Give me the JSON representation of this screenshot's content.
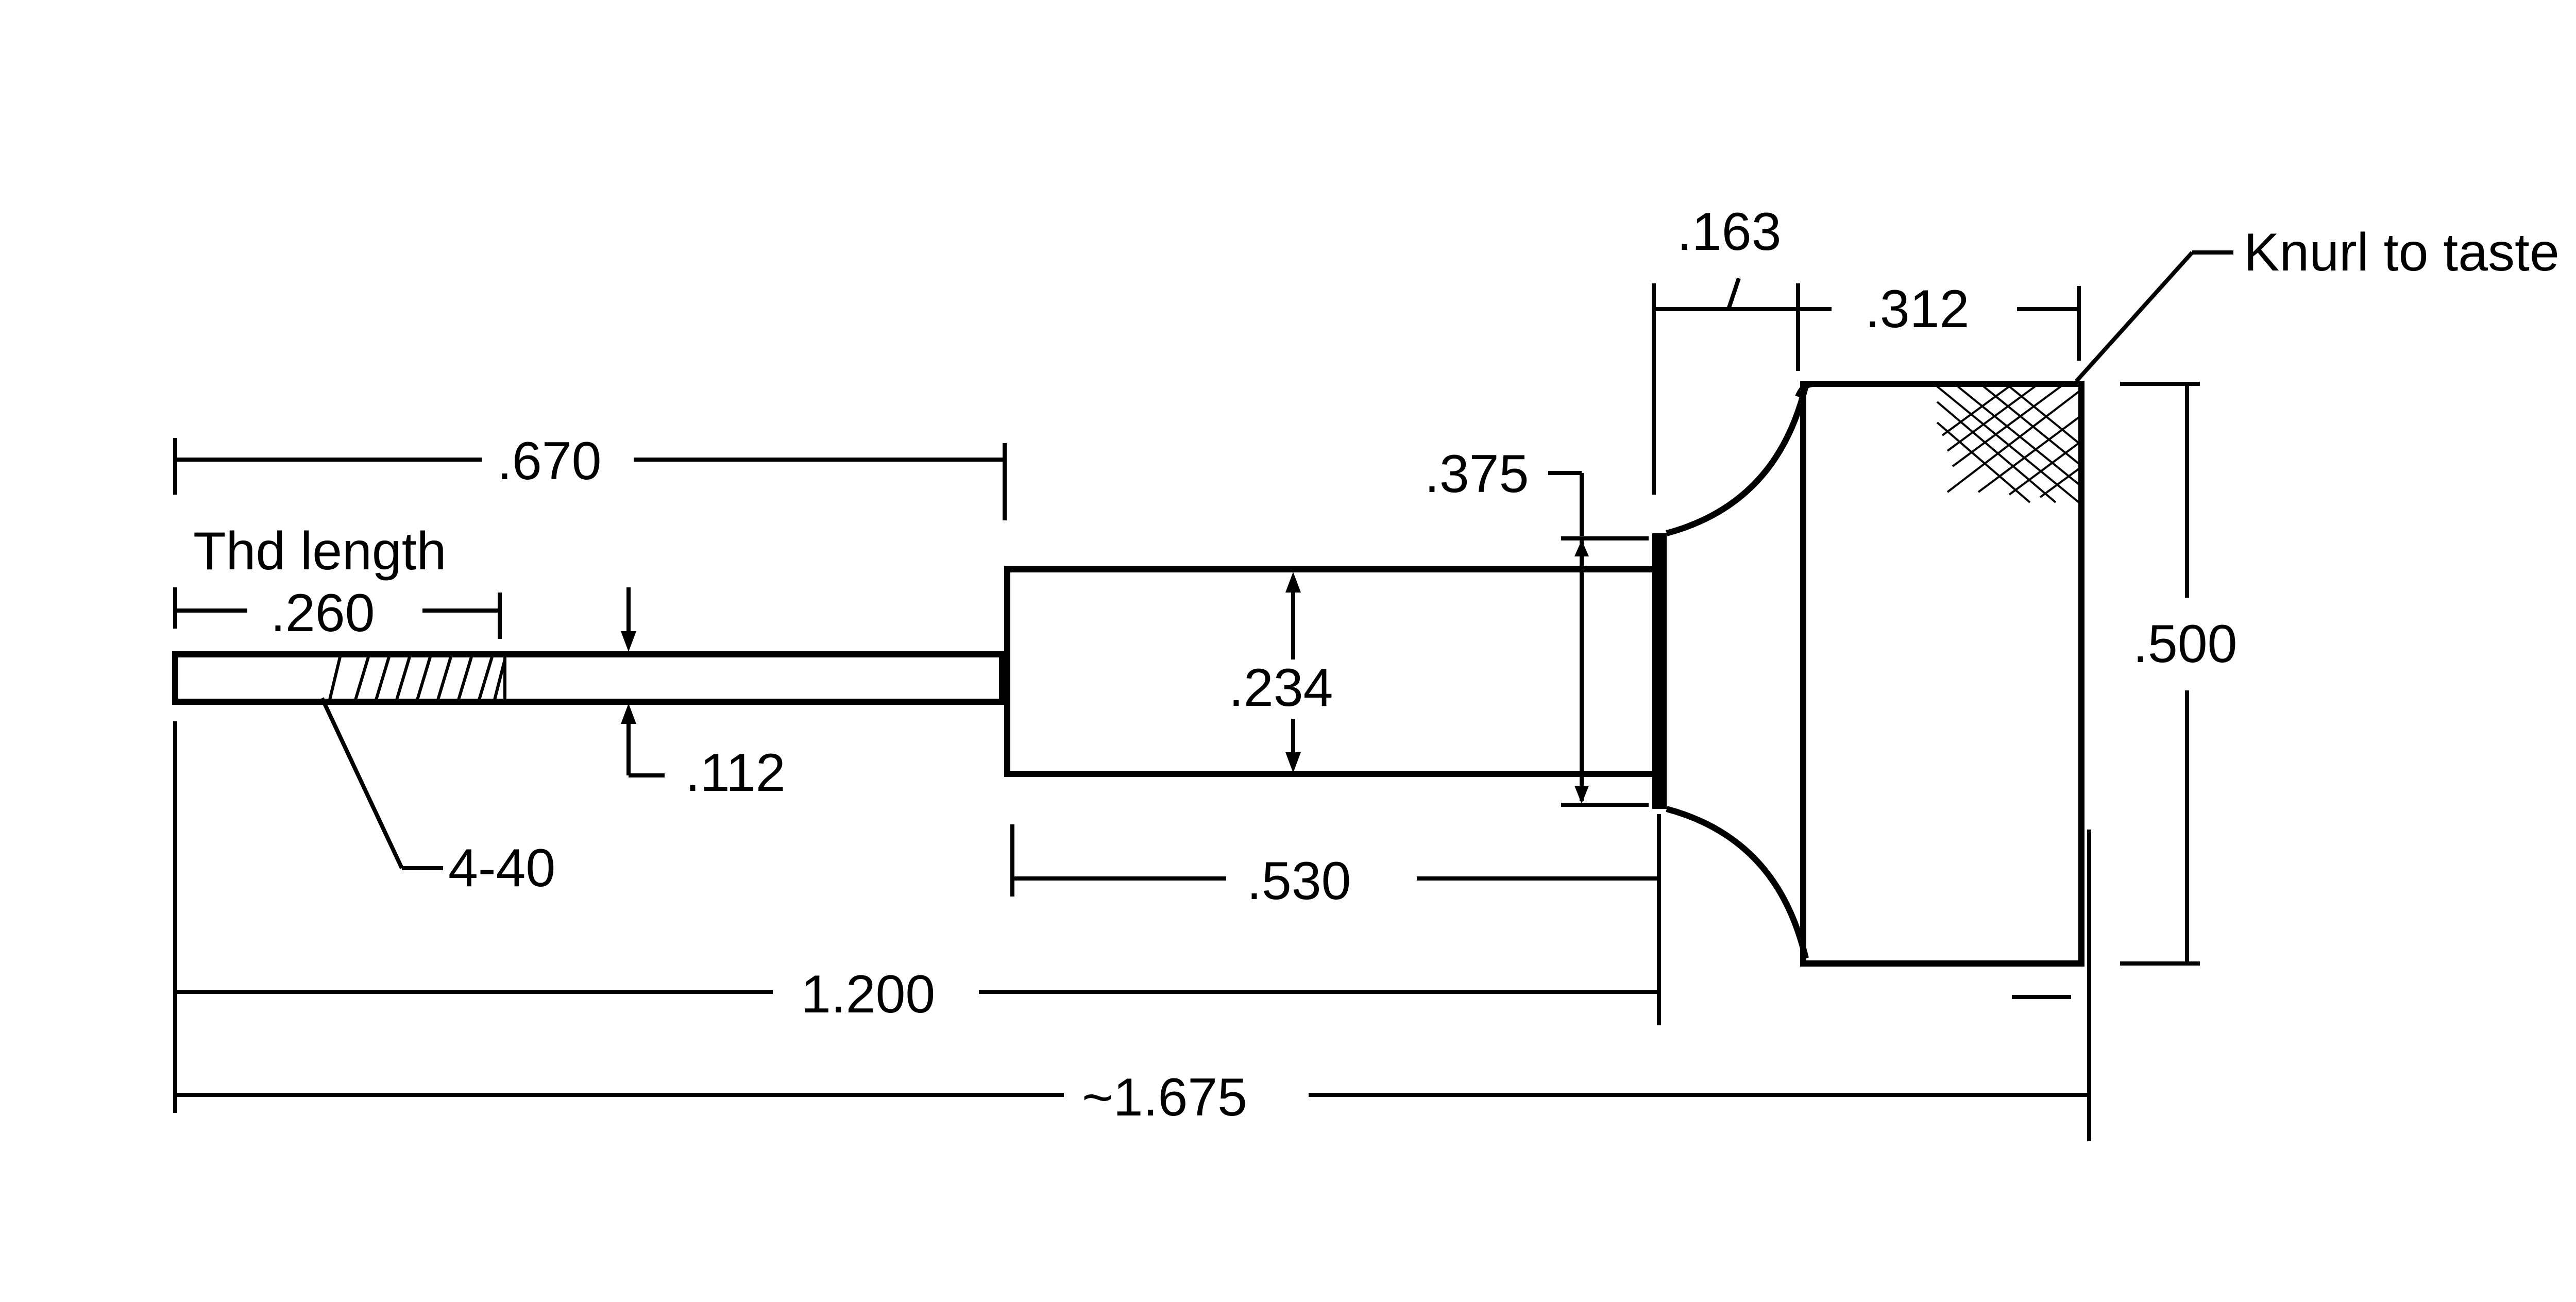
{
  "diagram": {
    "dimensions": {
      "thread_to_body": ".670",
      "thread_length_label": "Thd length",
      "thread_length": ".260",
      "thread_diameter": ".112",
      "thread_spec": "4-40",
      "body_diameter": ".234",
      "body_length": ".530",
      "shoulder_diameter": ".375",
      "fillet_width": ".163",
      "knob_length": ".312",
      "knob_diameter": ".500",
      "length_to_knob": "1.200",
      "overall_length": "~1.675",
      "knurl_note": "Knurl to taste"
    }
  }
}
